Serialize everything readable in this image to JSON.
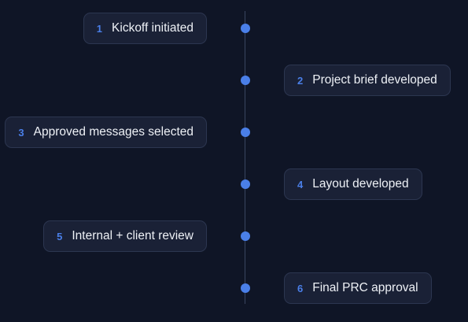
{
  "steps": [
    {
      "number": "1",
      "label": "Kickoff initiated",
      "side": "left"
    },
    {
      "number": "2",
      "label": "Project brief developed",
      "side": "right"
    },
    {
      "number": "3",
      "label": "Approved messages selected",
      "side": "left"
    },
    {
      "number": "4",
      "label": "Layout developed",
      "side": "right"
    },
    {
      "number": "5",
      "label": "Internal + client review",
      "side": "left"
    },
    {
      "number": "6",
      "label": "Final PRC approval",
      "side": "right"
    }
  ],
  "colors": {
    "accent": "#4a7fe8",
    "background": "#0f1526",
    "card": "#1a2136",
    "card_border": "#2c3650",
    "axis": "#3a4560",
    "text": "#eef1f6"
  }
}
